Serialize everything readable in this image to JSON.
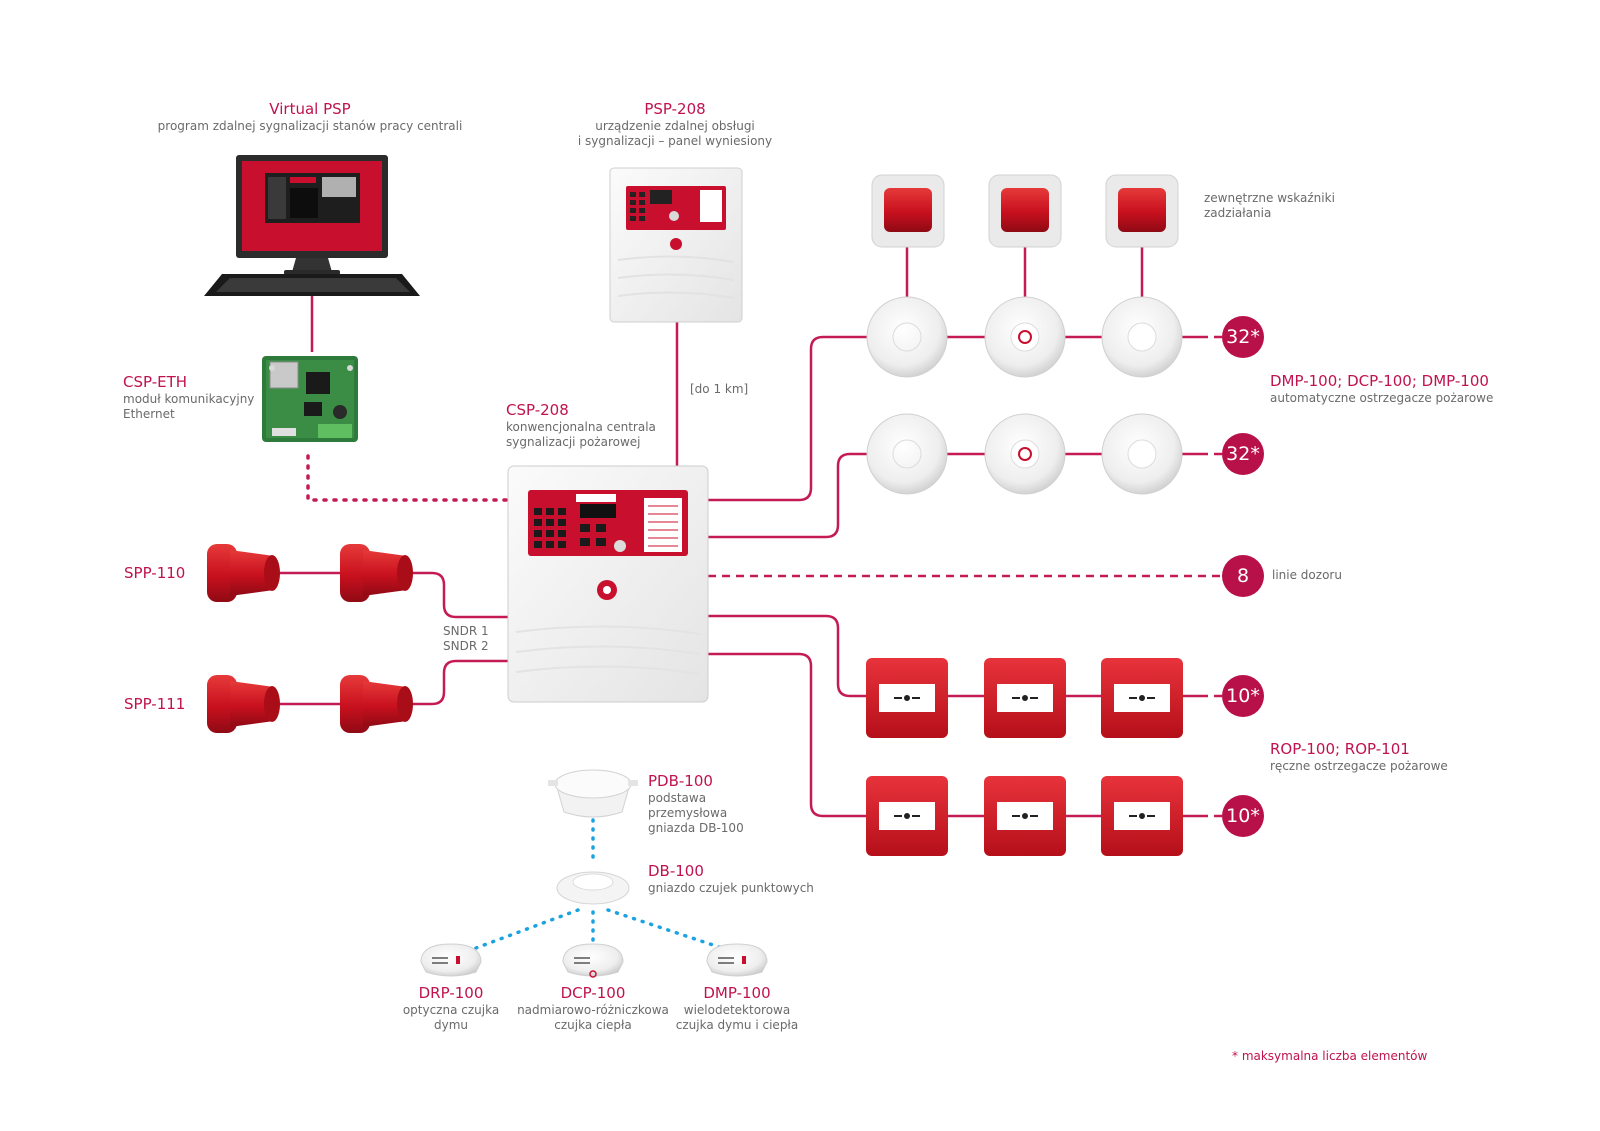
{
  "colors": {
    "accent": "#c0124f",
    "line": "#c41a55",
    "dotted_blue": "#1aa3e0",
    "text": "#6a6a6a",
    "device_red": "#d0101e"
  },
  "virtual_psp": {
    "title": "Virtual PSP",
    "desc": "program zdalnej sygnalizacji stanów pracy centrali"
  },
  "psp208": {
    "title": "PSP-208",
    "desc1": "urządzenie zdalnej obsługi",
    "desc2": "i sygnalizacji – panel wyniesiony"
  },
  "csp_eth": {
    "title": "CSP-ETH",
    "desc1": "moduł komunikacyjny",
    "desc2": "Ethernet"
  },
  "csp208": {
    "title": "CSP-208",
    "desc1": "konwencjonalna centrala",
    "desc2": "sygnalizacji pożarowej"
  },
  "distance": "[do 1 km]",
  "indicators": {
    "desc1": "zewnętrzne wskaźniki",
    "desc2": "zadziałania"
  },
  "detectors": {
    "title": "DMP-100; DCP-100; DMP-100",
    "desc": "automatyczne ostrzegacze pożarowe",
    "count1": "32*",
    "count2": "32*"
  },
  "supervision": {
    "count": "8",
    "label": "linie dozoru"
  },
  "call_points": {
    "title": "ROP-100; ROP-101",
    "desc": "ręczne ostrzegacze pożarowe",
    "count1": "10*",
    "count2": "10*"
  },
  "sirens": {
    "spp110": "SPP-110",
    "spp111": "SPP-111",
    "sndr1": "SNDR 1",
    "sndr2": "SNDR 2"
  },
  "pdb100": {
    "title": "PDB-100",
    "desc1": "podstawa",
    "desc2": "przemysłowa",
    "desc3": "gniazda DB-100"
  },
  "db100": {
    "title": "DB-100",
    "desc": "gniazdo czujek punktowych"
  },
  "drp100": {
    "title": "DRP-100",
    "desc1": "optyczna czujka",
    "desc2": "dymu"
  },
  "dcp100": {
    "title": "DCP-100",
    "desc1": "nadmiarowo-różniczkowa",
    "desc2": "czujka ciepła"
  },
  "dmp100": {
    "title": "DMP-100",
    "desc1": "wielodetektorowa",
    "desc2": "czujka dymu i ciepła"
  },
  "footnote": "* maksymalna liczba elementów",
  "icons": [
    "monitor-icon",
    "keyboard-icon",
    "ethernet-module-icon",
    "remote-panel-icon",
    "control-panel-icon",
    "smoke-detector-icon",
    "indicator-lamp-icon",
    "siren-icon",
    "call-point-icon",
    "socket-base-icon"
  ]
}
